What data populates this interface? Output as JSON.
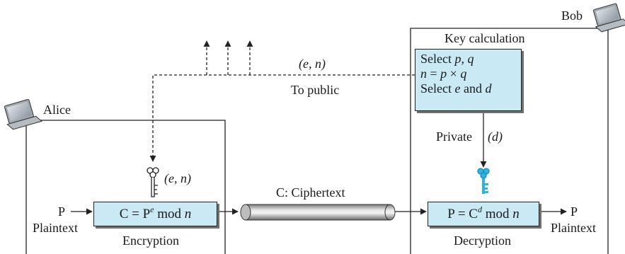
{
  "parties": {
    "alice": "Alice",
    "bob": "Bob"
  },
  "key_calculation": {
    "title": "Key calculation",
    "line1_text": "Select ",
    "line1_p": "p",
    "line1_sep": ", ",
    "line1_q": "q",
    "line2_n": "n",
    "line2_eq": " = ",
    "line2_p": "p",
    "line2_times": " × ",
    "line2_q": "q",
    "line3_text": "Select ",
    "line3_e": "e",
    "line3_and": " and ",
    "line3_d": "d"
  },
  "public_key_label": "(e, n)",
  "to_public_label": "To public",
  "private_label": "Private",
  "private_key_label": "(d)",
  "alice_key_label": "(e, n)",
  "encryption": {
    "formula_lhs": "C = P",
    "formula_exp": "e",
    "formula_mod": " mod ",
    "formula_n": "n",
    "caption": "Encryption"
  },
  "decryption": {
    "formula_lhs": "P = C",
    "formula_exp": "d",
    "formula_mod": " mod ",
    "formula_n": "n",
    "caption": "Decryption"
  },
  "channel_label": "C: Ciphertext",
  "input_p": "P",
  "input_caption": "Plaintext",
  "output_p": "P",
  "output_caption": "Plaintext",
  "colors": {
    "box_fill": "#c9e9f4",
    "key_private": "#2fb2e0",
    "key_public": "#ffffff",
    "line": "#222222"
  }
}
